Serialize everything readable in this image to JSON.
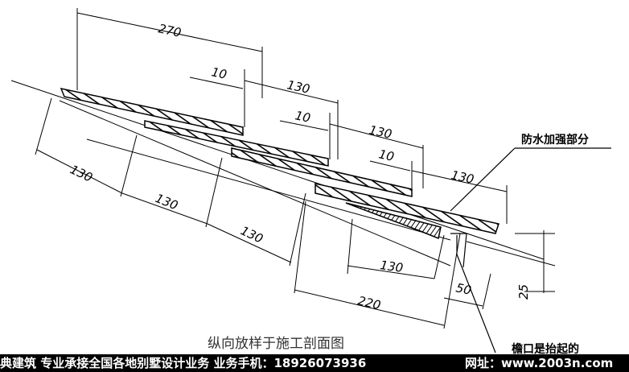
{
  "drawing": {
    "title": "纵向放样于施工剖面图",
    "dimensions": {
      "d270": "270",
      "d10_a": "10",
      "d130_a": "130",
      "d10_b": "10",
      "d130_b": "130",
      "d10_c": "10",
      "d130_c": "130",
      "d130_left1": "130",
      "d130_left2": "130",
      "d130_left3": "130",
      "d130_bottom": "130",
      "d220": "220",
      "d50": "50",
      "d25": "25"
    },
    "labels": {
      "waterproof": "防水加强部分",
      "eave": "檐口是抬起的"
    }
  },
  "footer": {
    "company": "典建筑  专业承接全国各地别墅设计业务  业务手机：18926073936",
    "website": "网址：www.2003n.com"
  },
  "colors": {
    "hatch": "#000000",
    "background": "#ffffff",
    "footer_bg": "#000000"
  }
}
